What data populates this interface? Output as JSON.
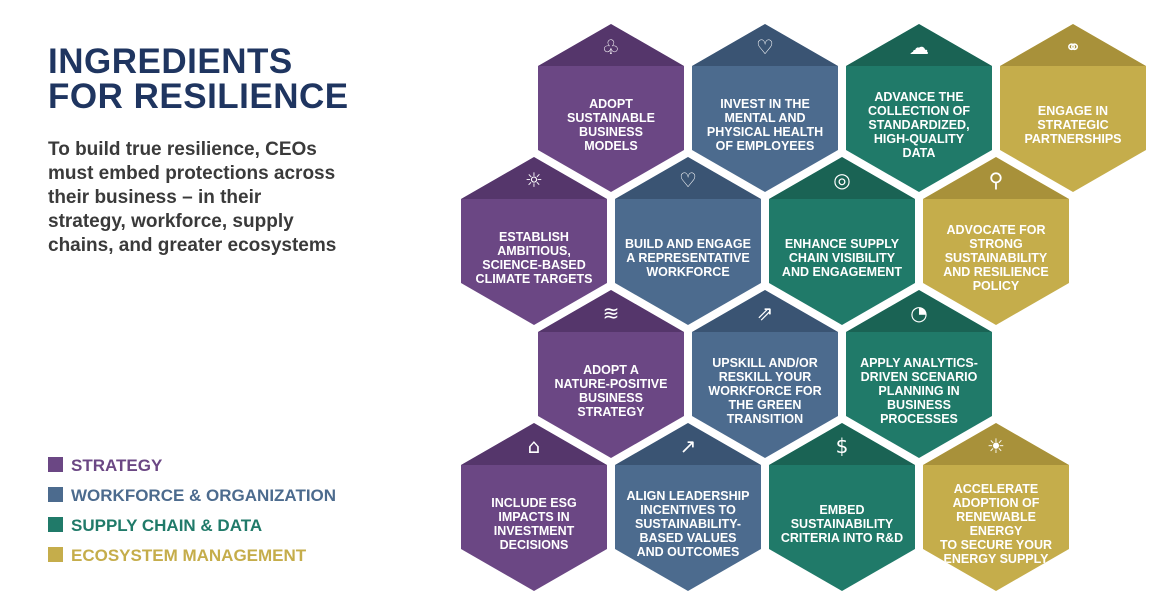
{
  "title": "INGREDIENTS\nFOR RESILIENCE",
  "subtitle": "To build true resilience, CEOs must embed protections across their business – in their strategy, workforce, supply chains, and greater ecosystems",
  "colors": {
    "strategy": "#6b4784",
    "workforce": "#4c6b8e",
    "supply": "#207a69",
    "eco": "#c5ad4b",
    "title": "#1f3560"
  },
  "legend": [
    {
      "label": "STRATEGY",
      "color": "#6b4784"
    },
    {
      "label": "WORKFORCE & ORGANIZATION",
      "color": "#4c6b8e"
    },
    {
      "label": "SUPPLY CHAIN & DATA",
      "color": "#207a69"
    },
    {
      "label": "ECOSYSTEM MANAGEMENT",
      "color": "#c5ad4b"
    }
  ],
  "hexes": [
    {
      "label": "ADOPT\nSUSTAINABLE\nBUSINESS\nMODELS",
      "category": "strategy",
      "icon": "lightbulb-leaf-icon",
      "glyph": "♧"
    },
    {
      "label": "INVEST IN THE\nMENTAL AND\nPHYSICAL HEALTH\nOF EMPLOYEES",
      "category": "workforce",
      "icon": "head-heart-icon",
      "glyph": "♡"
    },
    {
      "label": "ADVANCE THE\nCOLLECTION OF\nSTANDARDIZED,\nHIGH-QUALITY\nDATA",
      "category": "supply",
      "icon": "cloud-data-icon",
      "glyph": "☁"
    },
    {
      "label": "ENGAGE IN\nSTRATEGIC\nPARTNERSHIPS",
      "category": "eco",
      "icon": "handshake-icon",
      "glyph": "⚭"
    },
    {
      "label": "ESTABLISH\nAMBITIOUS,\nSCIENCE-BASED\nCLIMATE TARGETS",
      "category": "strategy",
      "icon": "thermometer-sun-icon",
      "glyph": "☼"
    },
    {
      "label": "BUILD AND ENGAGE\nA REPRESENTATIVE\nWORKFORCE",
      "category": "workforce",
      "icon": "people-heart-icon",
      "glyph": "♡"
    },
    {
      "label": "ENHANCE SUPPLY\nCHAIN VISIBILITY\nAND ENGAGEMENT",
      "category": "supply",
      "icon": "globe-hand-icon",
      "glyph": "◎"
    },
    {
      "label": "ADVOCATE FOR\nSTRONG\nSUSTAINABILITY\nAND RESILIENCE\nPOLICY",
      "category": "eco",
      "icon": "speaker-icon",
      "glyph": "⚲"
    },
    {
      "label": "ADOPT A\nNATURE-POSITIVE\nBUSINESS\nSTRATEGY",
      "category": "strategy",
      "icon": "sun-water-icon",
      "glyph": "≋"
    },
    {
      "label": "UPSKILL AND/OR\nRESKILL YOUR\nWORKFORCE FOR\nTHE GREEN\nTRANSITION",
      "category": "workforce",
      "icon": "person-growth-icon",
      "glyph": "⇗"
    },
    {
      "label": "APPLY ANALYTICS-\nDRIVEN SCENARIO\nPLANNING IN\nBUSINESS\nPROCESSES",
      "category": "supply",
      "icon": "chart-circle-icon",
      "glyph": "◔"
    },
    {
      "label": "INCLUDE ESG\nIMPACTS IN\nINVESTMENT\nDECISIONS",
      "category": "strategy",
      "icon": "factory-leaf-icon",
      "glyph": "⌂"
    },
    {
      "label": "ALIGN LEADERSHIP\nINCENTIVES TO\nSUSTAINABILITY-\nBASED VALUES\nAND OUTCOMES",
      "category": "workforce",
      "icon": "strategy-arrow-icon",
      "glyph": "↗"
    },
    {
      "label": "EMBED\nSUSTAINABILITY\nCRITERIA INTO R&D",
      "category": "supply",
      "icon": "globe-dollar-icon",
      "glyph": "$"
    },
    {
      "label": "ACCELERATE\nADOPTION OF\nRENEWABLE ENERGY\nTO SECURE YOUR\nENERGY SUPPLY",
      "category": "eco",
      "icon": "solar-panel-icon",
      "glyph": "☀"
    }
  ]
}
